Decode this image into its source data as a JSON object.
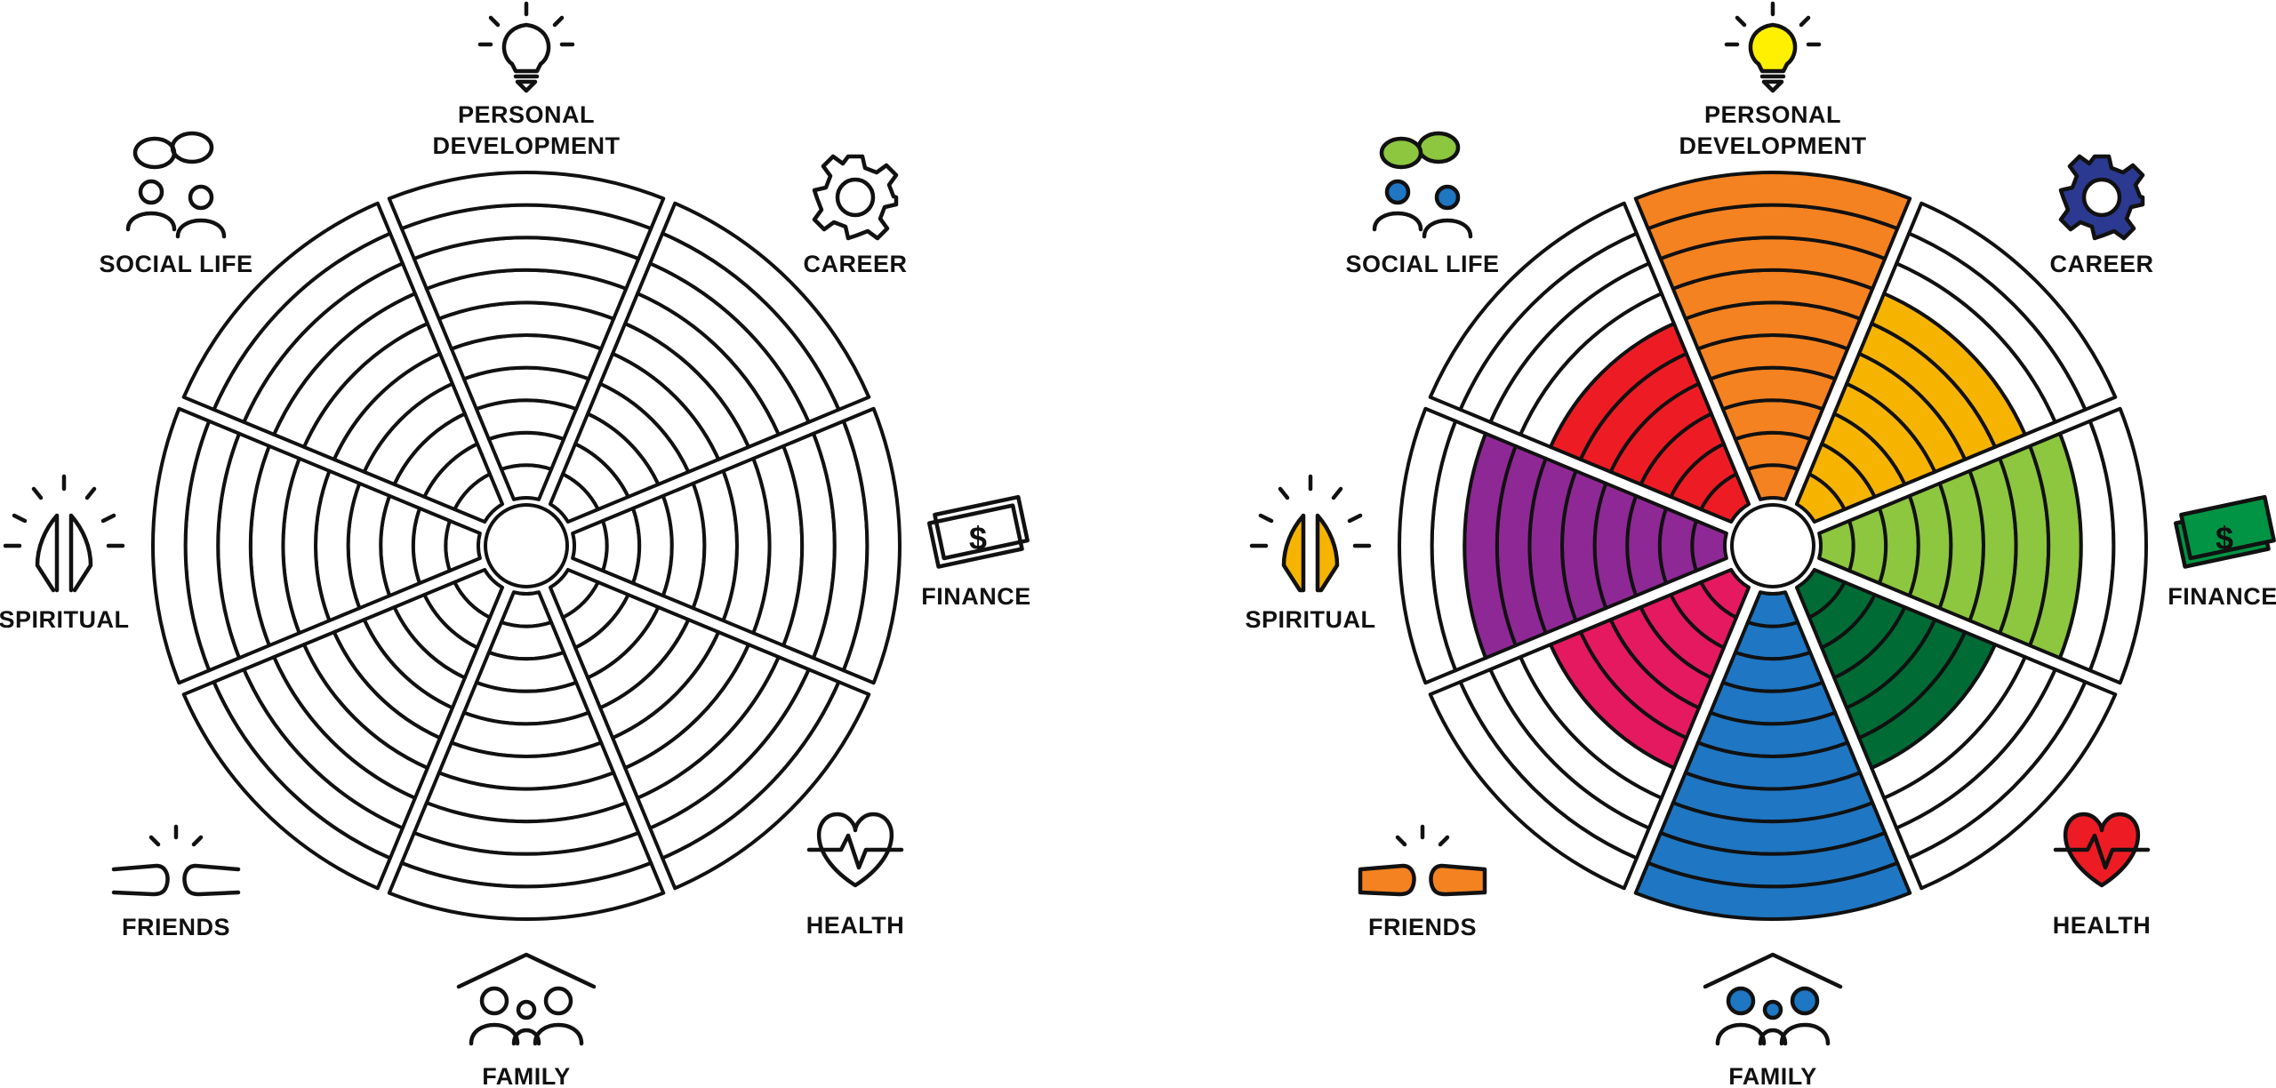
{
  "labels": {
    "personal_development_1": "PERSONAL",
    "personal_development_2": "DEVELOPMENT",
    "career": "CAREER",
    "finance": "FINANCE",
    "health": "HEALTH",
    "family": "FAMILY",
    "friends": "FRIENDS",
    "spiritual": "SPIRITUAL",
    "social_life": "SOCIAL LIFE"
  },
  "wheel": {
    "rings": 10,
    "segments": [
      {
        "key": "personal_development",
        "color": "#f58220",
        "score": 10
      },
      {
        "key": "career",
        "color": "#f6b400",
        "score": 7
      },
      {
        "key": "finance",
        "color": "#8dc63f",
        "score": 8
      },
      {
        "key": "health",
        "color": "#006b35",
        "score": 6
      },
      {
        "key": "family",
        "color": "#1f76c2",
        "score": 10
      },
      {
        "key": "friends",
        "color": "#e5195f",
        "score": 6
      },
      {
        "key": "spiritual",
        "color": "#8e2895",
        "score": 8
      },
      {
        "key": "social_life",
        "color": "#ed1c24",
        "score": 6
      }
    ]
  },
  "icon_colors": {
    "bulb": "#ffef00",
    "gear": "#2b3990",
    "cash": "#009444",
    "heart": "#ed1c24",
    "people": "#1f76c2",
    "fists": "#f58220",
    "hands": "#f6b400",
    "bubble": "#8dc63f"
  }
}
